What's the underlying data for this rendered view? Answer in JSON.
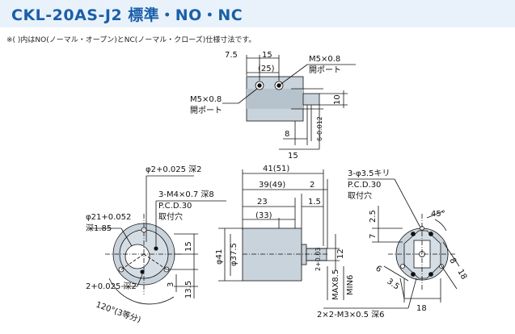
{
  "header": {
    "title": "CKL-20AS-J2 標準・NO・NC",
    "note": "※(  )内はNO(ノーマル・オープン)とNC(ノーマル・クローズ)仕様寸法です。"
  },
  "colors": {
    "title_text": "#1a5fa8",
    "title_bg": "#e9f2fb",
    "body_fill": "#c9d3db",
    "line": "#111111"
  },
  "top_view": {
    "dim_7_5": "7.5",
    "dim_15_top": "15",
    "dim_25": "(25)",
    "port_label_right": "M5×0.8",
    "port_label_right_2": "開ポート",
    "port_label_left": "M5×0.8",
    "port_label_left_2": "開ポート",
    "dim_10": "10",
    "dim_6_shaft": "6-0.012",
    "dim_8": "8",
    "dim_15_bottom": "15"
  },
  "left_view": {
    "bore_note": "φ2+0.025 深2",
    "m4_note_1": "3-M4×0.7 深8",
    "m4_note_2": "P.C.D.30",
    "m4_note_3": "取付穴",
    "phi21_1": "φ21+0.052",
    "phi21_2": "深1.85",
    "dim_15": "15",
    "bore_note_2": "2+0.025 深2",
    "dim_3": "3",
    "dim_13_5": "13.5",
    "angle_note": "120°(3等分)"
  },
  "side_view": {
    "dim_41": "41(51)",
    "dim_39": "39(49)",
    "dim_2": "2",
    "dim_23": "23",
    "dim_1_5": "1.5",
    "dim_33": "(33)",
    "dim_phi41": "φ41",
    "dim_phi37_5": "φ37.5",
    "dim_2_pin": "2+0.03",
    "dim_12": "12",
    "dim_max": "MAX8.5",
    "dim_min": "MIN6"
  },
  "right_view": {
    "hole_note_1": "3-φ3.5キリ",
    "hole_note_2": "P.C.D.30",
    "hole_note_3": "取付穴",
    "dim_2_5": "2.5",
    "dim_45": "45°",
    "dim_7": "7",
    "dim_8": "8",
    "dim_18_side": "18",
    "dim_6": "6",
    "dim_3_5": "3.5",
    "dim_18_bottom": "18",
    "bottom_note": "2×2-M3×0.5 深6"
  }
}
